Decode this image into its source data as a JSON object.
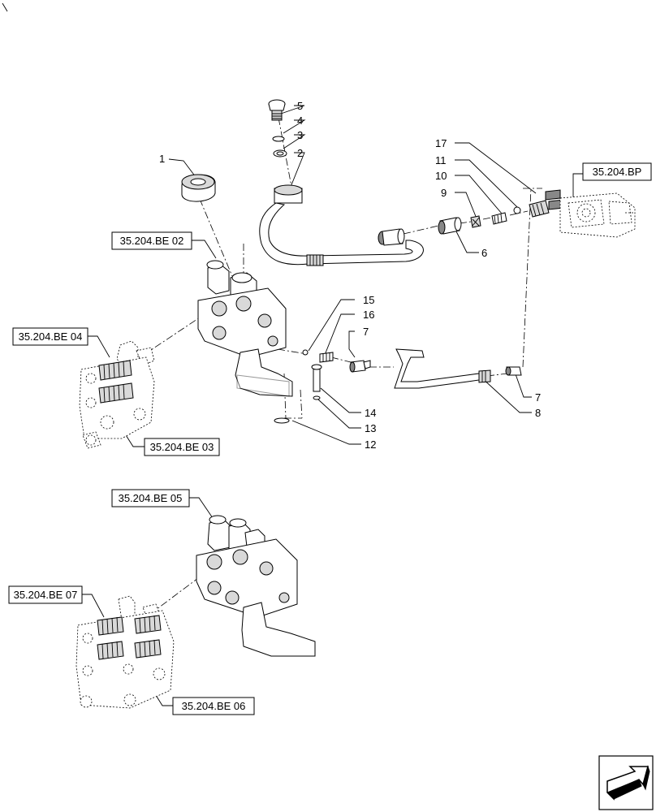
{
  "callouts": [
    {
      "id": "c1",
      "label": "1"
    },
    {
      "id": "c2",
      "label": "2"
    },
    {
      "id": "c3",
      "label": "3"
    },
    {
      "id": "c4",
      "label": "4"
    },
    {
      "id": "c5",
      "label": "5"
    },
    {
      "id": "c6",
      "label": "6"
    },
    {
      "id": "c7a",
      "label": "7"
    },
    {
      "id": "c7b",
      "label": "7"
    },
    {
      "id": "c8",
      "label": "8"
    },
    {
      "id": "c9",
      "label": "9"
    },
    {
      "id": "c10",
      "label": "10"
    },
    {
      "id": "c11",
      "label": "11"
    },
    {
      "id": "c12",
      "label": "12"
    },
    {
      "id": "c13",
      "label": "13"
    },
    {
      "id": "c14",
      "label": "14"
    },
    {
      "id": "c15",
      "label": "15"
    },
    {
      "id": "c16",
      "label": "16"
    },
    {
      "id": "c17",
      "label": "17"
    }
  ],
  "references": [
    {
      "id": "bp",
      "label": "35.204.BP"
    },
    {
      "id": "be02",
      "label": "35.204.BE 02"
    },
    {
      "id": "be04",
      "label": "35.204.BE 04"
    },
    {
      "id": "be03",
      "label": "35.204.BE 03"
    },
    {
      "id": "be05",
      "label": "35.204.BE 05"
    },
    {
      "id": "be07",
      "label": "35.204.BE 07"
    },
    {
      "id": "be06",
      "label": "35.204.BE 06"
    }
  ],
  "icons": {
    "corner_mark": "corner-tick-icon",
    "navigation": "next-page-arrow-icon"
  },
  "colors": {
    "line": "#000000",
    "background": "#ffffff",
    "shade": "#d9d9d9"
  }
}
